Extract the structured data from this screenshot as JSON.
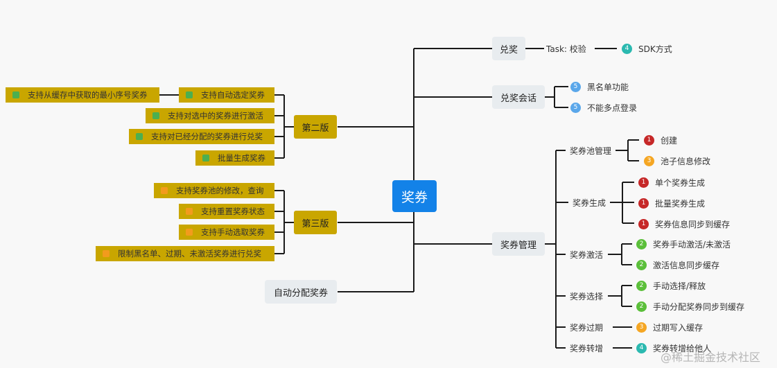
{
  "colors": {
    "root": "#1382e8",
    "branch_bg": "#e8ecef",
    "gold": "#c9a600",
    "badge_1": "#c62828",
    "badge_2": "#5bbf3a",
    "badge_3": "#f5a623",
    "badge_4": "#2bb9b0",
    "badge_5": "#5aa7ea",
    "flag_green": "#4caf50",
    "flag_orange": "#f29b1d"
  },
  "root": {
    "label": "奖券"
  },
  "right": {
    "redeem": {
      "label": "兑奖",
      "task": "Task: 校验",
      "leaf": {
        "badge": "4",
        "text": "SDK方式"
      }
    },
    "redeem_session": {
      "label": "兑奖会话",
      "leaves": [
        {
          "badge": "5",
          "text": "黑名单功能"
        },
        {
          "badge": "5",
          "text": "不能多点登录"
        }
      ]
    },
    "management": {
      "label": "奖券管理",
      "groups": [
        {
          "label": "奖券池管理",
          "leaves": [
            {
              "badge": "1",
              "text": "创建"
            },
            {
              "badge": "3",
              "text": "池子信息修改"
            }
          ]
        },
        {
          "label": "奖券生成",
          "leaves": [
            {
              "badge": "1",
              "text": "单个奖券生成"
            },
            {
              "badge": "1",
              "text": "批量奖券生成"
            },
            {
              "badge": "1",
              "text": "奖券信息同步到缓存"
            }
          ]
        },
        {
          "label": "奖券激活",
          "leaves": [
            {
              "badge": "2",
              "text": "奖券手动激活/未激活"
            },
            {
              "badge": "2",
              "text": "激活信息同步缓存"
            }
          ]
        },
        {
          "label": "奖券选择",
          "leaves": [
            {
              "badge": "2",
              "text": "手动选择/释放"
            },
            {
              "badge": "2",
              "text": "手动分配奖券同步到缓存"
            }
          ]
        },
        {
          "label": "奖券过期",
          "leaves": [
            {
              "badge": "3",
              "text": "过期写入缓存"
            }
          ]
        },
        {
          "label": "奖券转增",
          "leaves": [
            {
              "badge": "4",
              "text": "奖券转增给他人"
            }
          ]
        }
      ]
    }
  },
  "left": {
    "v2": {
      "label": "第二版",
      "items": [
        "支持自动选定奖券",
        "支持对选中的奖券进行激活",
        "支持对已经分配的奖券进行兑奖",
        "批量生成奖券"
      ],
      "sub_item": "支持从缓存中获取的最小序号奖券"
    },
    "v3": {
      "label": "第三版",
      "items": [
        "支持奖券池的修改，查询",
        "支持重置奖券状态",
        "支持手动选取奖券",
        "限制黑名单、过期、未激活奖券进行兑奖"
      ]
    },
    "auto": {
      "label": "自动分配奖券"
    }
  },
  "watermark": "@稀土掘金技术社区"
}
